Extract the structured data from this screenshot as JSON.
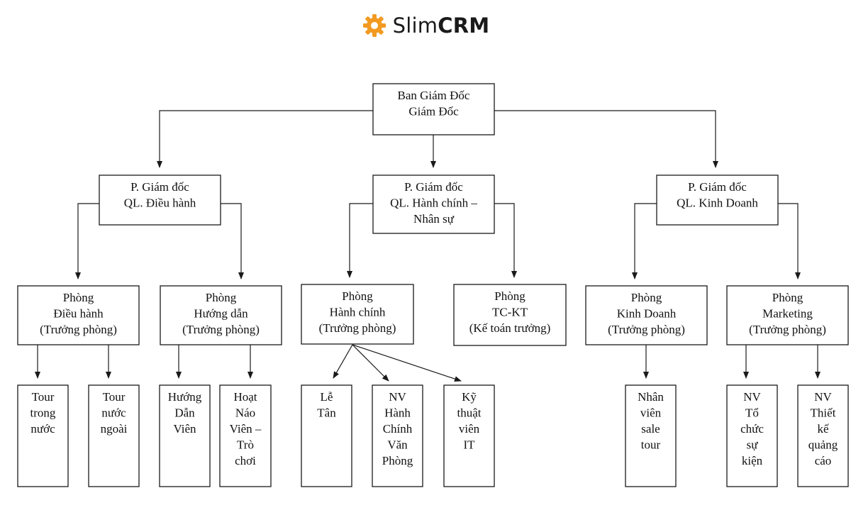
{
  "brand": {
    "name_light": "Slim",
    "name_bold": "CRM",
    "icon": "gear-icon",
    "icon_color": "#F39A21"
  },
  "nodes": [
    {
      "id": "ceo",
      "lines": [
        "Ban Giám Đốc",
        "Giám Đốc"
      ]
    },
    {
      "id": "vp_ops",
      "lines": [
        "P. Giám đốc",
        "QL. Điều hành"
      ]
    },
    {
      "id": "vp_admin",
      "lines": [
        "P. Giám đốc",
        "QL. Hành chính –",
        "Nhân sự"
      ]
    },
    {
      "id": "vp_sales",
      "lines": [
        "P. Giám đốc",
        "QL. Kinh Doanh"
      ]
    },
    {
      "id": "dept_ops",
      "lines": [
        "Phòng",
        "Điều hành",
        "(Trưởng phòng)"
      ]
    },
    {
      "id": "dept_guide",
      "lines": [
        "Phòng",
        "Hướng dẫn",
        "(Trưởng phòng)"
      ]
    },
    {
      "id": "dept_admin",
      "lines": [
        "Phòng",
        "Hành chính",
        "(Trưởng phòng)"
      ]
    },
    {
      "id": "dept_finance",
      "lines": [
        "Phòng",
        "TC-KT",
        "(Kế toán trưởng)"
      ]
    },
    {
      "id": "dept_sales",
      "lines": [
        "Phòng",
        "Kinh Doanh",
        "(Trưởng phòng)"
      ]
    },
    {
      "id": "dept_marketing",
      "lines": [
        "Phòng",
        "Marketing",
        "(Trưởng phòng)"
      ]
    },
    {
      "id": "tour_domestic",
      "lines": [
        "Tour",
        "trong",
        "nước"
      ]
    },
    {
      "id": "tour_foreign",
      "lines": [
        "Tour",
        "nước",
        "ngoài"
      ]
    },
    {
      "id": "guide",
      "lines": [
        "Hướng",
        "Dẫn",
        "Viên"
      ]
    },
    {
      "id": "entertainer",
      "lines": [
        "Hoạt",
        "Náo",
        "Viên –",
        "Trò",
        "chơi"
      ]
    },
    {
      "id": "reception",
      "lines": [
        "Lễ",
        "Tân"
      ]
    },
    {
      "id": "office_staff",
      "lines": [
        "NV",
        "Hành",
        "Chính",
        "Văn",
        "Phòng"
      ]
    },
    {
      "id": "it_tech",
      "lines": [
        "Kỹ",
        "thuật",
        "viên",
        "IT"
      ]
    },
    {
      "id": "sales_staff",
      "lines": [
        "Nhân",
        "viên",
        "sale",
        "tour"
      ]
    },
    {
      "id": "event_staff",
      "lines": [
        "NV",
        "Tổ",
        "chức",
        "sự",
        "kiện"
      ]
    },
    {
      "id": "ad_designer",
      "lines": [
        "NV",
        "Thiết",
        "kế",
        "quảng",
        "cáo"
      ]
    }
  ],
  "edges": [
    [
      "ceo",
      "vp_ops"
    ],
    [
      "ceo",
      "vp_admin"
    ],
    [
      "ceo",
      "vp_sales"
    ],
    [
      "vp_ops",
      "dept_ops"
    ],
    [
      "vp_ops",
      "dept_guide"
    ],
    [
      "vp_admin",
      "dept_admin"
    ],
    [
      "vp_admin",
      "dept_finance"
    ],
    [
      "vp_sales",
      "dept_sales"
    ],
    [
      "vp_sales",
      "dept_marketing"
    ],
    [
      "dept_ops",
      "tour_domestic"
    ],
    [
      "dept_ops",
      "tour_foreign"
    ],
    [
      "dept_guide",
      "guide"
    ],
    [
      "dept_guide",
      "entertainer"
    ],
    [
      "dept_admin",
      "reception"
    ],
    [
      "dept_admin",
      "office_staff"
    ],
    [
      "dept_admin",
      "it_tech"
    ],
    [
      "dept_sales",
      "sales_staff"
    ],
    [
      "dept_marketing",
      "event_staff"
    ],
    [
      "dept_marketing",
      "ad_designer"
    ]
  ]
}
